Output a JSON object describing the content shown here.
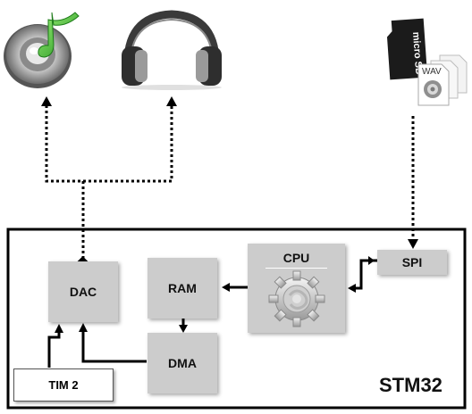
{
  "blocks": {
    "dac": "DAC",
    "ram": "RAM",
    "dma": "DMA",
    "cpu": "CPU",
    "spi": "SPI",
    "tim2": "TIM 2"
  },
  "chip_label": "STM32",
  "file_badge": "WAV",
  "sd_card_text": "micro SD",
  "icons": {
    "music_speaker": "music-speaker-icon",
    "headphones": "headphones-icon",
    "sd_card": "micro-sd-card-icon",
    "wav_file": "wav-file-icon",
    "cpu_gear": "gear-icon"
  },
  "colors": {
    "block_fill": "#cccccc",
    "connector": "#000000",
    "note_green": "#3fbf2a"
  }
}
